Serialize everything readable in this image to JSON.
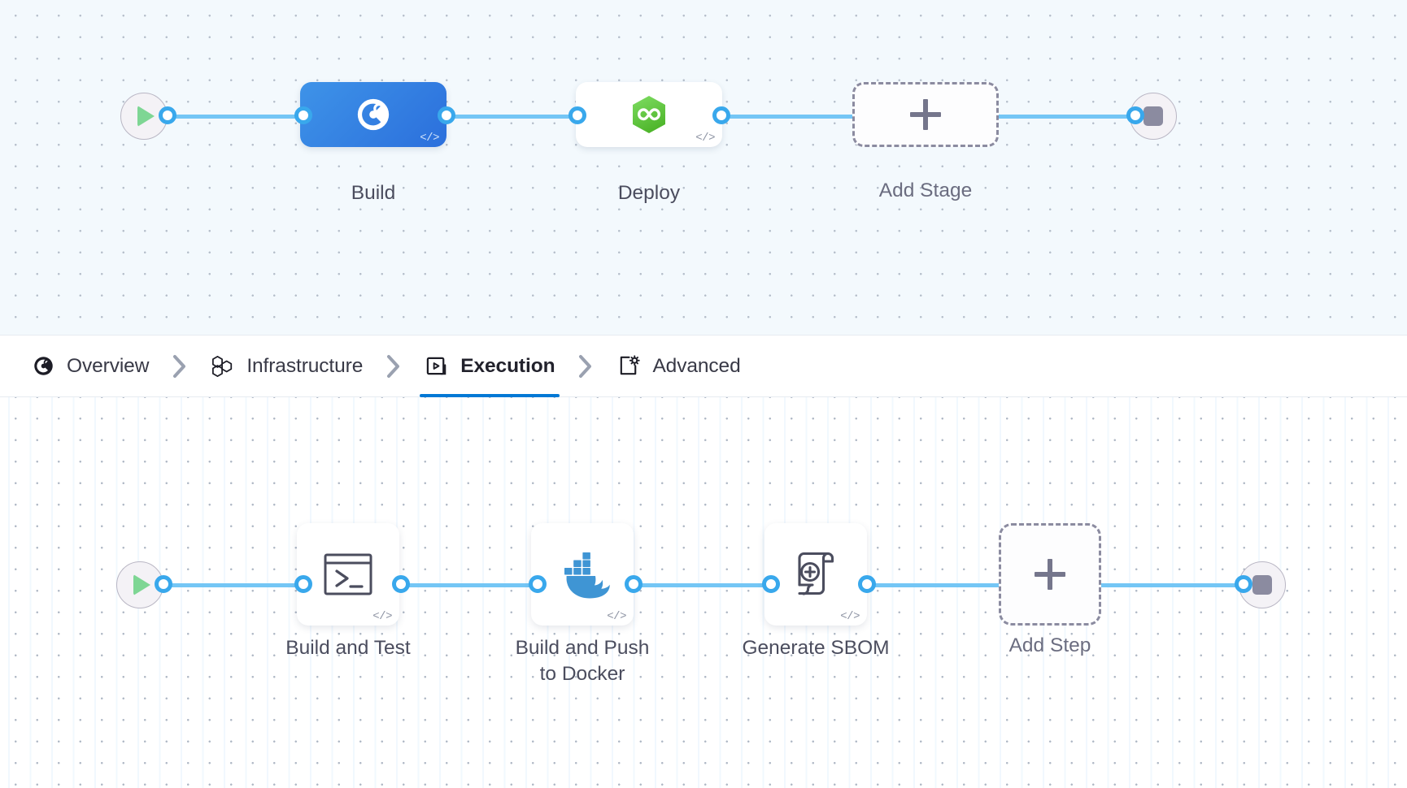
{
  "stages_canvas": {
    "name": "pipeline-stages-canvas",
    "start_node": {
      "icon": "play-icon",
      "label": ""
    },
    "end_node": {
      "icon": "stop-icon",
      "label": ""
    },
    "nodes": [
      {
        "id": "build",
        "label": "Build",
        "icon": "harness-ci-icon",
        "type": "stage",
        "selected": true,
        "code_badge": "</>"
      },
      {
        "id": "deploy",
        "label": "Deploy",
        "icon": "harness-cd-icon",
        "type": "stage",
        "selected": false,
        "code_badge": "</>"
      },
      {
        "id": "add-stage",
        "label": "Add Stage",
        "icon": "plus-icon",
        "type": "add",
        "selected": false,
        "code_badge": ""
      }
    ]
  },
  "tabbar": {
    "separator_icon": "chevron-right-icon",
    "active_tab": "Execution",
    "tabs": [
      {
        "id": "overview",
        "label": "Overview",
        "icon": "overview-ci-icon",
        "active": false
      },
      {
        "id": "infrastructure",
        "label": "Infrastructure",
        "icon": "hexagons-icon",
        "active": false
      },
      {
        "id": "execution",
        "label": "Execution",
        "icon": "execution-play-icon",
        "active": true
      },
      {
        "id": "advanced",
        "label": "Advanced",
        "icon": "gear-box-icon",
        "active": false
      }
    ]
  },
  "steps_canvas": {
    "name": "pipeline-steps-canvas",
    "start_node": {
      "icon": "play-icon",
      "label": ""
    },
    "end_node": {
      "icon": "stop-icon",
      "label": ""
    },
    "nodes": [
      {
        "id": "build-and-test",
        "label": "Build and Test",
        "icon": "terminal-icon",
        "type": "step",
        "code_badge": "</>"
      },
      {
        "id": "build-and-push-docker",
        "label": "Build and Push\nto Docker",
        "icon": "docker-whale-icon",
        "type": "step",
        "code_badge": "</>"
      },
      {
        "id": "generate-sbom",
        "label": "Generate SBOM",
        "icon": "scroll-plus-icon",
        "type": "step",
        "code_badge": "</>"
      },
      {
        "id": "add-step",
        "label": "Add Step",
        "icon": "plus-icon",
        "type": "add",
        "code_badge": ""
      }
    ]
  },
  "colors": {
    "edge": "#74c6f5",
    "port_ring": "#39a8ec",
    "selected_stage": "#2b6fdc",
    "active_tab_underline": "#0278d5",
    "cd_green": "#6fcf4f",
    "docker_blue": "#3f95d4",
    "play_green": "#7ed694"
  }
}
